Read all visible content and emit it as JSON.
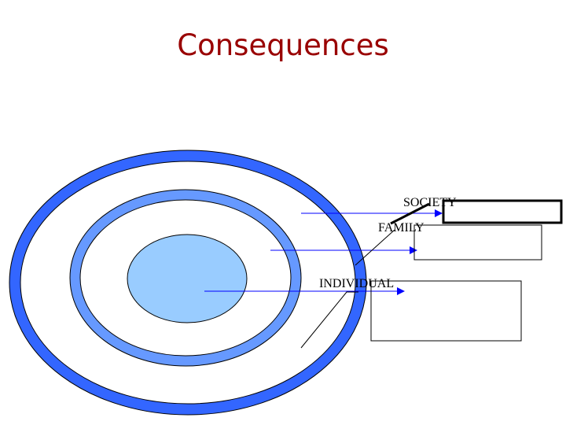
{
  "title": "Consequences",
  "labels": {
    "society": "SOCIETY",
    "family": "FAMILY",
    "individual": "INDIVIDUAL"
  },
  "colors": {
    "title": "#990000",
    "outer_ring": "#3366ff",
    "middle_ring": "#6699ff",
    "inner": "#99ccff",
    "arrow": "#0000ff"
  }
}
